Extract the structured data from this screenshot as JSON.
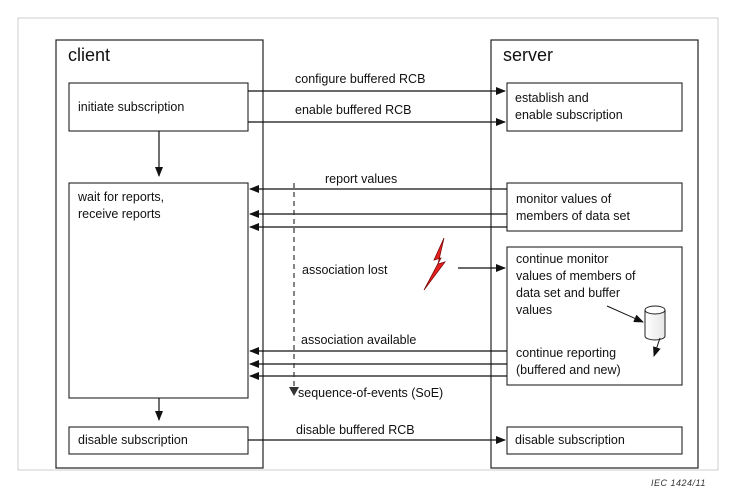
{
  "client": {
    "title": "client",
    "initiate": "initiate subscription",
    "wait_lines": [
      "wait for reports,",
      "receive reports"
    ],
    "disable": "disable subscription"
  },
  "server": {
    "title": "server",
    "establish_lines": [
      "establish and",
      "enable subscription"
    ],
    "monitor_lines": [
      "monitor values of",
      "members of data set"
    ],
    "continue_monitor_lines": [
      "continue monitor",
      "values of members of",
      "data set and buffer",
      "values"
    ],
    "continue_reporting_lines": [
      "continue reporting",
      "(buffered and new)"
    ],
    "disable": "disable subscription"
  },
  "messages": {
    "configure": "configure buffered RCB",
    "enable": "enable buffered RCB",
    "report_values": "report values",
    "association_lost": "association lost",
    "association_available": "association available",
    "soe": "sequence-of-events (SoE)",
    "disable": "disable buffered RCB"
  },
  "figure_id": "IEC   1424/11",
  "colors": {
    "lightning_fill": "#e8201e",
    "lightning_stroke": "#7a0a0a"
  }
}
